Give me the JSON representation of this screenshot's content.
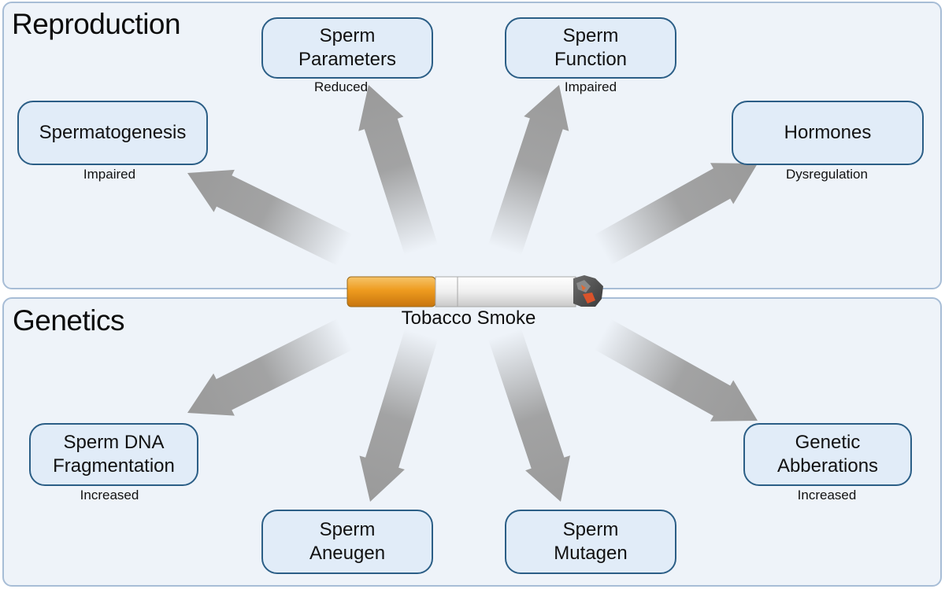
{
  "sections": {
    "reproduction": "Reproduction",
    "genetics": "Genetics"
  },
  "center": {
    "label": "Tobacco Smoke",
    "icon": "cigarette-icon"
  },
  "nodes": [
    {
      "id": "spermatogenesis",
      "lines": [
        "Spermatogenesis"
      ],
      "note": "Impaired"
    },
    {
      "id": "sperm-parameters",
      "lines": [
        "Sperm",
        "Parameters"
      ],
      "note": "Reduced"
    },
    {
      "id": "sperm-function",
      "lines": [
        "Sperm",
        "Function"
      ],
      "note": "Impaired"
    },
    {
      "id": "hormones",
      "lines": [
        "Hormones"
      ],
      "note": "Dysregulation"
    },
    {
      "id": "sperm-dna-fragmentation",
      "lines": [
        "Sperm DNA",
        "Fragmentation"
      ],
      "note": "Increased"
    },
    {
      "id": "sperm-aneugen",
      "lines": [
        "Sperm",
        "Aneugen"
      ],
      "note": ""
    },
    {
      "id": "sperm-mutagen",
      "lines": [
        "Sperm",
        "Mutagen"
      ],
      "note": ""
    },
    {
      "id": "genetic-abberations",
      "lines": [
        "Genetic",
        "Abberations"
      ],
      "note": "Increased"
    }
  ],
  "colors": {
    "panel_fill": "#eef3f9",
    "panel_border": "#a7bdd6",
    "box_fill": "#e1ecf8",
    "box_border": "#2b5e86",
    "arrow": "#9a9a9a",
    "filter_orange": "#ee9b1f",
    "paper_white": "#f1f1f1"
  }
}
